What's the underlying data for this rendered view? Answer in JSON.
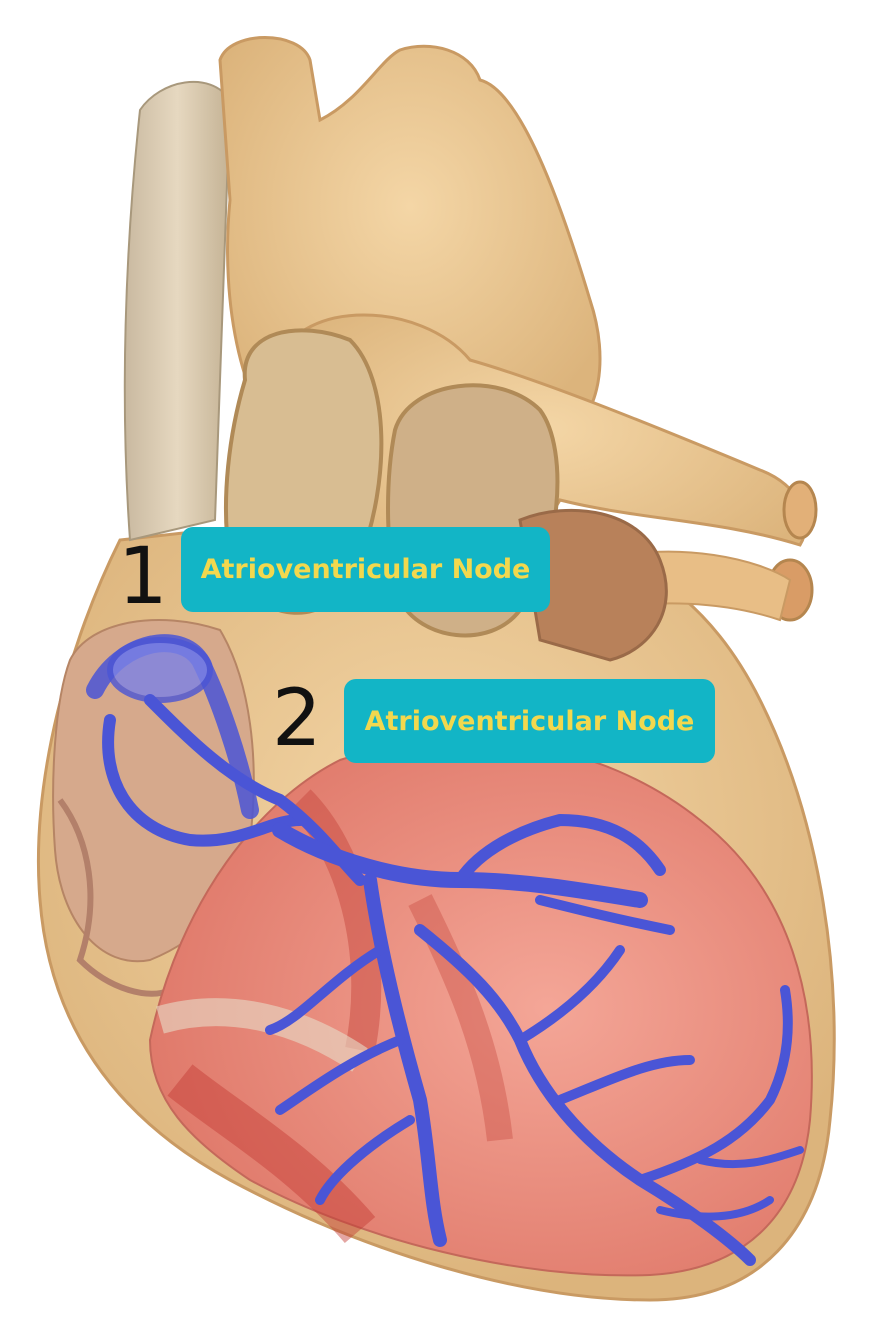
{
  "markers": [
    {
      "number": "1",
      "label": "Atrioventricular Node"
    },
    {
      "number": "2",
      "label": "Atrioventricular Node"
    }
  ],
  "colors": {
    "label_background": "#12b5c6",
    "label_text": "#f2d84e",
    "conduction_system": "#4a55d6",
    "myocardium": "#e98a7c",
    "vessel_tan": "#e8c594"
  },
  "illustration": {
    "subject": "heart-conduction-system"
  }
}
